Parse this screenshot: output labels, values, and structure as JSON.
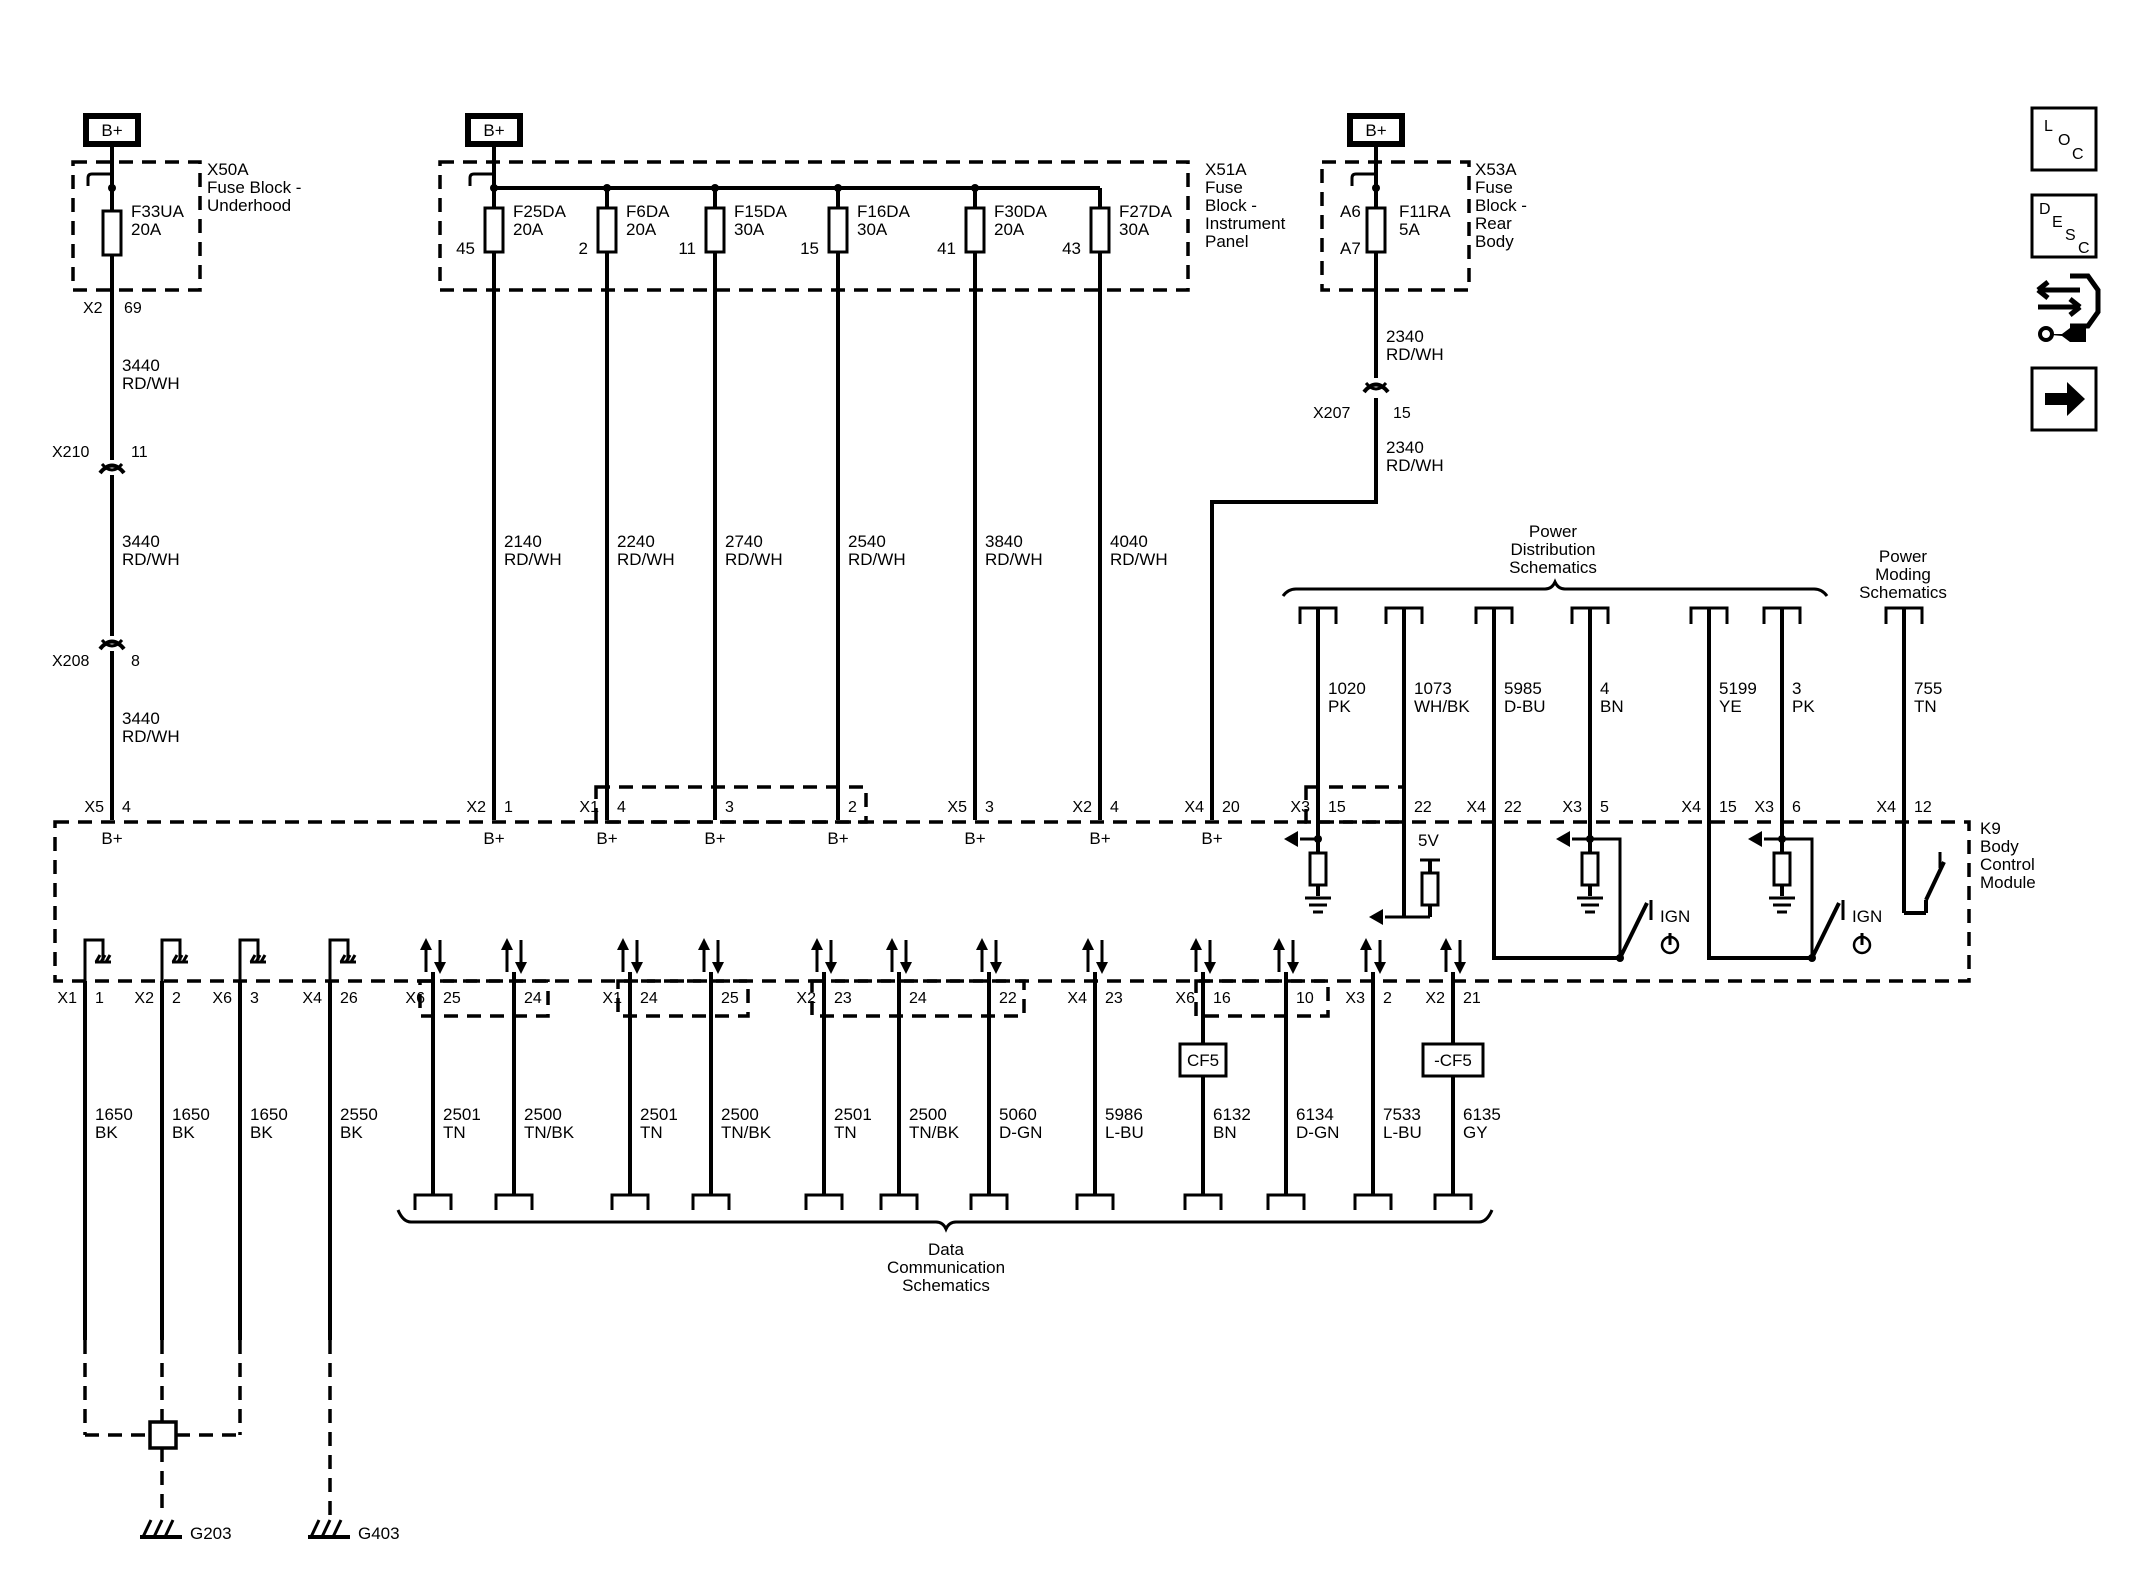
{
  "power_label": "B+",
  "fuse_blocks": [
    {
      "id": "X50A",
      "name": "Fuse Block -\nUnderhood"
    },
    {
      "id": "X51A",
      "name": "Fuse\nBlock -\nInstrument\nPanel"
    },
    {
      "id": "X53A",
      "name": "Fuse\nBlock -\nRear\nBody"
    }
  ],
  "fuses": [
    {
      "name": "F33UA",
      "rating": "20A",
      "cavity": ""
    },
    {
      "name": "F25DA",
      "rating": "20A",
      "cavity": "45"
    },
    {
      "name": "F6DA",
      "rating": "20A",
      "cavity": "2"
    },
    {
      "name": "F15DA",
      "rating": "30A",
      "cavity": "11"
    },
    {
      "name": "F16DA",
      "rating": "30A",
      "cavity": "15"
    },
    {
      "name": "F30DA",
      "rating": "20A",
      "cavity": "41"
    },
    {
      "name": "F27DA",
      "rating": "30A",
      "cavity": "43"
    },
    {
      "name": "F11RA",
      "rating": "5A",
      "cavity": ""
    }
  ],
  "rear_pins": [
    "A6",
    "A7"
  ],
  "inline": [
    {
      "conn": "X2",
      "pin": "69"
    },
    {
      "conn": "X210",
      "pin": "11"
    },
    {
      "conn": "X208",
      "pin": "8"
    },
    {
      "conn": "X207",
      "pin": "15"
    }
  ],
  "left_wires": [
    {
      "circuit": "3440",
      "color": "RD/WH"
    },
    {
      "circuit": "3440",
      "color": "RD/WH"
    },
    {
      "circuit": "3440",
      "color": "RD/WH"
    }
  ],
  "rear_wires": [
    {
      "circuit": "2340",
      "color": "RD/WH"
    },
    {
      "circuit": "2340",
      "color": "RD/WH"
    }
  ],
  "ip_wires": [
    {
      "circuit": "2140",
      "color": "RD/WH"
    },
    {
      "circuit": "2240",
      "color": "RD/WH"
    },
    {
      "circuit": "2740",
      "color": "RD/WH"
    },
    {
      "circuit": "2540",
      "color": "RD/WH"
    },
    {
      "circuit": "3840",
      "color": "RD/WH"
    },
    {
      "circuit": "4040",
      "color": "RD/WH"
    }
  ],
  "top_pins": [
    {
      "conn": "X5",
      "pin": "4"
    },
    {
      "conn": "X2",
      "pin": "1"
    },
    {
      "conn": "X1",
      "pin": "4"
    },
    {
      "conn": "",
      "pin": "3"
    },
    {
      "conn": "",
      "pin": "2"
    },
    {
      "conn": "X5",
      "pin": "3"
    },
    {
      "conn": "X2",
      "pin": "4"
    },
    {
      "conn": "X4",
      "pin": "20"
    },
    {
      "conn": "X3",
      "pin": "15"
    },
    {
      "conn": "",
      "pin": "22"
    },
    {
      "conn": "X4",
      "pin": "22"
    },
    {
      "conn": "X3",
      "pin": "5"
    },
    {
      "conn": "X4",
      "pin": "15"
    },
    {
      "conn": "X3",
      "pin": "6"
    },
    {
      "conn": "X4",
      "pin": "12"
    }
  ],
  "power_dist_label": "Power\nDistribution\nSchematics",
  "power_moding_label": "Power\nModing\nSchematics",
  "pd_wires": [
    {
      "circuit": "1020",
      "color": "PK"
    },
    {
      "circuit": "1073",
      "color": "WH/BK"
    },
    {
      "circuit": "5985",
      "color": "D-BU"
    },
    {
      "circuit": "4",
      "color": "BN"
    },
    {
      "circuit": "5199",
      "color": "YE"
    },
    {
      "circuit": "3",
      "color": "PK"
    },
    {
      "circuit": "755",
      "color": "TN"
    }
  ],
  "module": {
    "id": "K9",
    "name": "Body\nControl\nModule"
  },
  "five_v": "5V",
  "ign": "IGN",
  "bottom_pins": [
    {
      "conn": "X1",
      "pin": "1"
    },
    {
      "conn": "X2",
      "pin": "2"
    },
    {
      "conn": "X6",
      "pin": "3"
    },
    {
      "conn": "X4",
      "pin": "26"
    },
    {
      "conn": "X6",
      "pin": "25"
    },
    {
      "conn": "",
      "pin": "24"
    },
    {
      "conn": "X1",
      "pin": "24"
    },
    {
      "conn": "",
      "pin": "25"
    },
    {
      "conn": "X2",
      "pin": "23"
    },
    {
      "conn": "",
      "pin": "24"
    },
    {
      "conn": "",
      "pin": "22"
    },
    {
      "conn": "X4",
      "pin": "23"
    },
    {
      "conn": "X6",
      "pin": "16"
    },
    {
      "conn": "",
      "pin": "10"
    },
    {
      "conn": "X3",
      "pin": "2"
    },
    {
      "conn": "X2",
      "pin": "21"
    }
  ],
  "ground_wires": [
    {
      "circuit": "1650",
      "color": "BK"
    },
    {
      "circuit": "1650",
      "color": "BK"
    },
    {
      "circuit": "1650",
      "color": "BK"
    },
    {
      "circuit": "2550",
      "color": "BK"
    }
  ],
  "data_wires": [
    {
      "circuit": "2501",
      "color": "TN"
    },
    {
      "circuit": "2500",
      "color": "TN/BK"
    },
    {
      "circuit": "2501",
      "color": "TN"
    },
    {
      "circuit": "2500",
      "color": "TN/BK"
    },
    {
      "circuit": "2501",
      "color": "TN"
    },
    {
      "circuit": "2500",
      "color": "TN/BK"
    },
    {
      "circuit": "5060",
      "color": "D-GN"
    },
    {
      "circuit": "5986",
      "color": "L-BU"
    },
    {
      "circuit": "6132",
      "color": "BN"
    },
    {
      "circuit": "6134",
      "color": "D-GN"
    },
    {
      "circuit": "7533",
      "color": "L-BU"
    },
    {
      "circuit": "6135",
      "color": "GY"
    }
  ],
  "cf5": [
    "CF5",
    "-CF5"
  ],
  "data_comm_label": "Data\nCommunication\nSchematics",
  "grounds": [
    "G203",
    "G403"
  ],
  "nav": [
    {
      "icon": "loc-icon",
      "letters": [
        "L",
        "O",
        "C"
      ]
    },
    {
      "icon": "desc-icon",
      "letters": [
        "D",
        "E",
        "S",
        "C"
      ]
    },
    {
      "icon": "connector-wrench-icon"
    },
    {
      "icon": "arrow-right-icon"
    }
  ]
}
